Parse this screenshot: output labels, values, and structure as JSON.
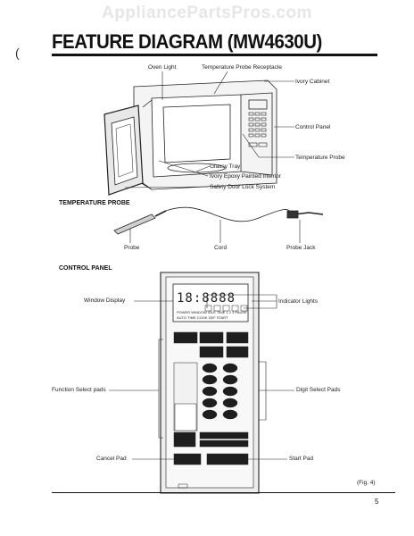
{
  "watermark": "AppliancePartsPros.com",
  "margin_mark": "(",
  "title": "FEATURE DIAGRAM (MW4630U)",
  "oven_labels": {
    "oven_light": "Oven Light",
    "probe_receptacle": "Temperature Probe Receptacle",
    "ivory_cabinet": "Ivory Cabinet",
    "control_panel": "Control Panel",
    "temperature_probe": "Temperature Probe",
    "glassy_tray": "Glassy Tray",
    "interior": "Ivory Epoxy Painted Interior",
    "door_lock": "Safety Door Lock System"
  },
  "probe_section": {
    "heading": "TEMPERATURE PROBE",
    "probe": "Probe",
    "cord": "Cord",
    "probe_jack": "Probe Jack"
  },
  "panel_section": {
    "heading": "CONTROL PANEL",
    "window_display": "Window Display",
    "indicator_lights": "Indicator Lights",
    "function_pads": "Function Select pads",
    "digit_pads": "Digit Select Pads",
    "cancel_pad": "Cancel Pad",
    "start_pad": "Start Pad",
    "display_digits": "18:8888",
    "display_row1": "POWER WINDOW IDLE TIME 1 2 3 PAUSE",
    "display_row2": "AUTO TIME COOK DEF START"
  },
  "figure_ref": "(Fig. 4)",
  "page_number": "5"
}
